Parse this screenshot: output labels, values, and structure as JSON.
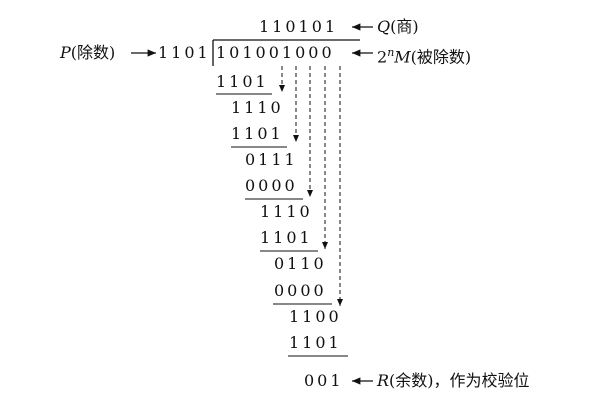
{
  "quotient": {
    "digits": "110101",
    "letter": "Q",
    "note": "(商)"
  },
  "divisor": {
    "letter": "P",
    "note": "(除数)",
    "digits": "1101"
  },
  "dividend": {
    "digits": "101001000",
    "prefix": "2",
    "exp": "n",
    "letter": "M",
    "note": "(被除数)"
  },
  "steps": [
    "1101",
    "1110",
    "1101",
    "0111",
    "0000",
    "1110",
    "1101",
    "0110",
    "0000",
    "1100",
    "1101",
    "001"
  ],
  "remainder": {
    "letter": "R",
    "note": "(余数)，作为校验位"
  }
}
